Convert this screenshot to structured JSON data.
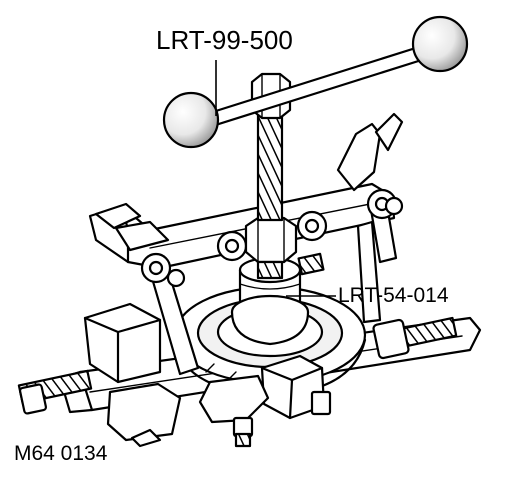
{
  "diagram": {
    "callouts": [
      {
        "id": "handle-tool",
        "text": "LRT-99-500"
      },
      {
        "id": "adapter-tool",
        "text": "LRT-54-014"
      }
    ],
    "figure_ref": "M64 0134",
    "colors": {
      "ink": "#000000",
      "paper": "#ffffff",
      "shade": "#b3b3b3"
    }
  }
}
